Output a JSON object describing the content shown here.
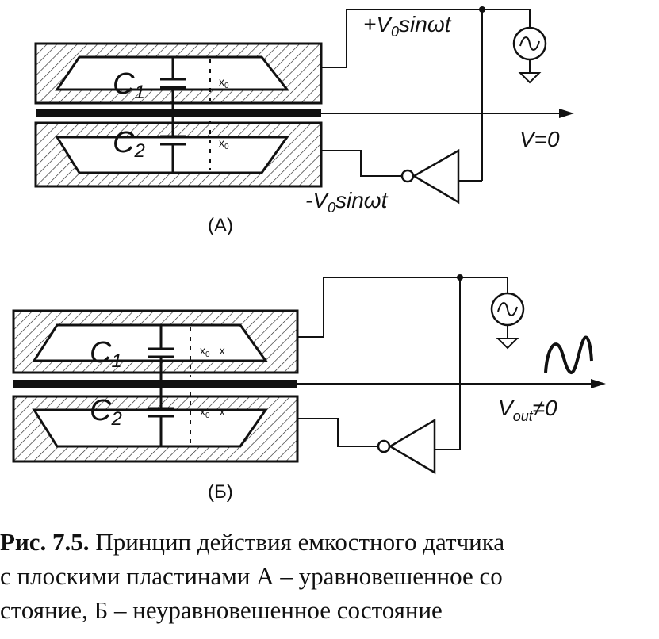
{
  "panel_a": {
    "caption": "(A)",
    "c1": "C",
    "c1_sub": "1",
    "c2": "C",
    "c2_sub": "2",
    "gap_label": "x",
    "gap_sub": "0",
    "plus_signal": {
      "prefix": "+V",
      "sub": "0",
      "rest": "sinωt"
    },
    "minus_signal": {
      "prefix": "-V",
      "sub": "0",
      "rest": "sinωt"
    },
    "output": "V=0"
  },
  "panel_b": {
    "caption": "(Б)",
    "c1": "C",
    "c1_sub": "1",
    "c2": "C",
    "c2_sub": "2",
    "gap_label": "x",
    "gap_sub": "0",
    "gap_extra": "x",
    "output_prefix": "V",
    "output_sub": "out",
    "output_rest": "≠0"
  },
  "figure_caption": {
    "fig_no": "Рис. 7.5.",
    "line1": " Принцип действия емкостного датчика",
    "line2": "с плоскими пластинами  А – уравновешенное со",
    "line3": "стояние, Б – неуравновешенное состояние"
  }
}
